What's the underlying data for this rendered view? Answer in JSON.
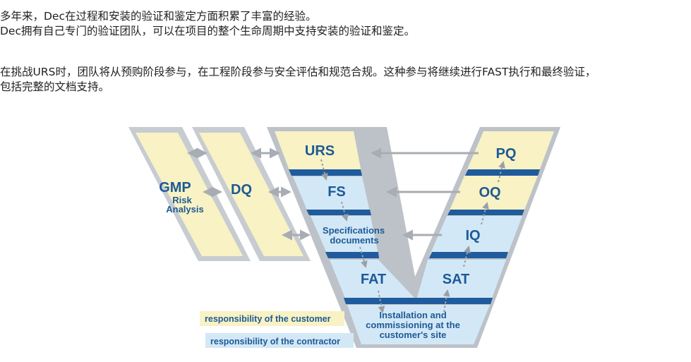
{
  "article": {
    "paragraph1_line1": "多年来，Dec在过程和安装的验证和鉴定方面积累了丰富的经验。",
    "paragraph1_line2": "Dec拥有自己专门的验证团队，可以在项目的整个生命周期中支持安装的验证和鉴定。",
    "paragraph2_line1": "在挑战URS时，团队将从预购阶段参与，在工程阶段参与安全评估和规范合规。这种参与将继续进行FAST执行和最终验证，",
    "paragraph2_line2": "包括完整的文档支持。"
  },
  "diagram": {
    "gmp_title": "GMP",
    "gmp_sub1": "Risk",
    "gmp_sub2": "Analysis",
    "dq": "DQ",
    "urs": "URS",
    "fs": "FS",
    "spec_line1": "Specifications",
    "spec_line2": "documents",
    "fat": "FAT",
    "pq": "PQ",
    "oq": "OQ",
    "iq": "IQ",
    "sat": "SAT",
    "install_line1": "Installation and",
    "install_line2": "commissioning at the",
    "install_line3": "customer's site",
    "legend_customer": "responsibility of the customer",
    "legend_contractor": "responsibility of the contractor",
    "colors": {
      "customer": "#f8f2c4",
      "contractor": "#d3e8f6",
      "band": "#1f5b9d",
      "frame": "#b9bfc6",
      "text": "#1d5a96"
    }
  }
}
